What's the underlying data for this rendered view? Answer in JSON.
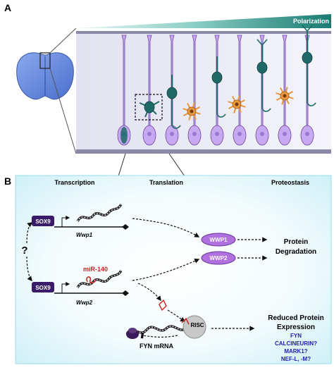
{
  "panel_a": {
    "label": "A",
    "gradient_label": "Polarization"
  },
  "panel_b": {
    "label": "B",
    "headers": {
      "transcription": "Transcription",
      "translation": "Translation",
      "proteostasis": "Proteostasis"
    },
    "question_mark": "?",
    "genes": [
      {
        "factor": "SOX9",
        "gene": "Wwp1"
      },
      {
        "factor": "SOX9",
        "gene": "Wwp2"
      }
    ],
    "mirna": "miR-140",
    "proteins": [
      "WWP1",
      "WWP2"
    ],
    "protein_degradation": [
      "Protein",
      "Degradation"
    ],
    "risc": "RISC",
    "fyn_mrna": "FYN mRNA",
    "reduced_expression": [
      "Reduced Protein",
      "Expression"
    ],
    "targets": [
      "FYN",
      "CALCINEURIN?",
      "MARK1?",
      "NEF-L, -M?"
    ]
  },
  "colors": {
    "gradient_dark": "#1a7b72",
    "panel_bg_edge": "#c8eef6",
    "radial_glia": "#c8a8f0",
    "neuron": "#1f6a68",
    "oligo": "#e89840",
    "sox9_box": "#3a1a6a",
    "wwp_oval": "#b070e0",
    "mirna": "#d02020",
    "targets": "#2020b0"
  }
}
